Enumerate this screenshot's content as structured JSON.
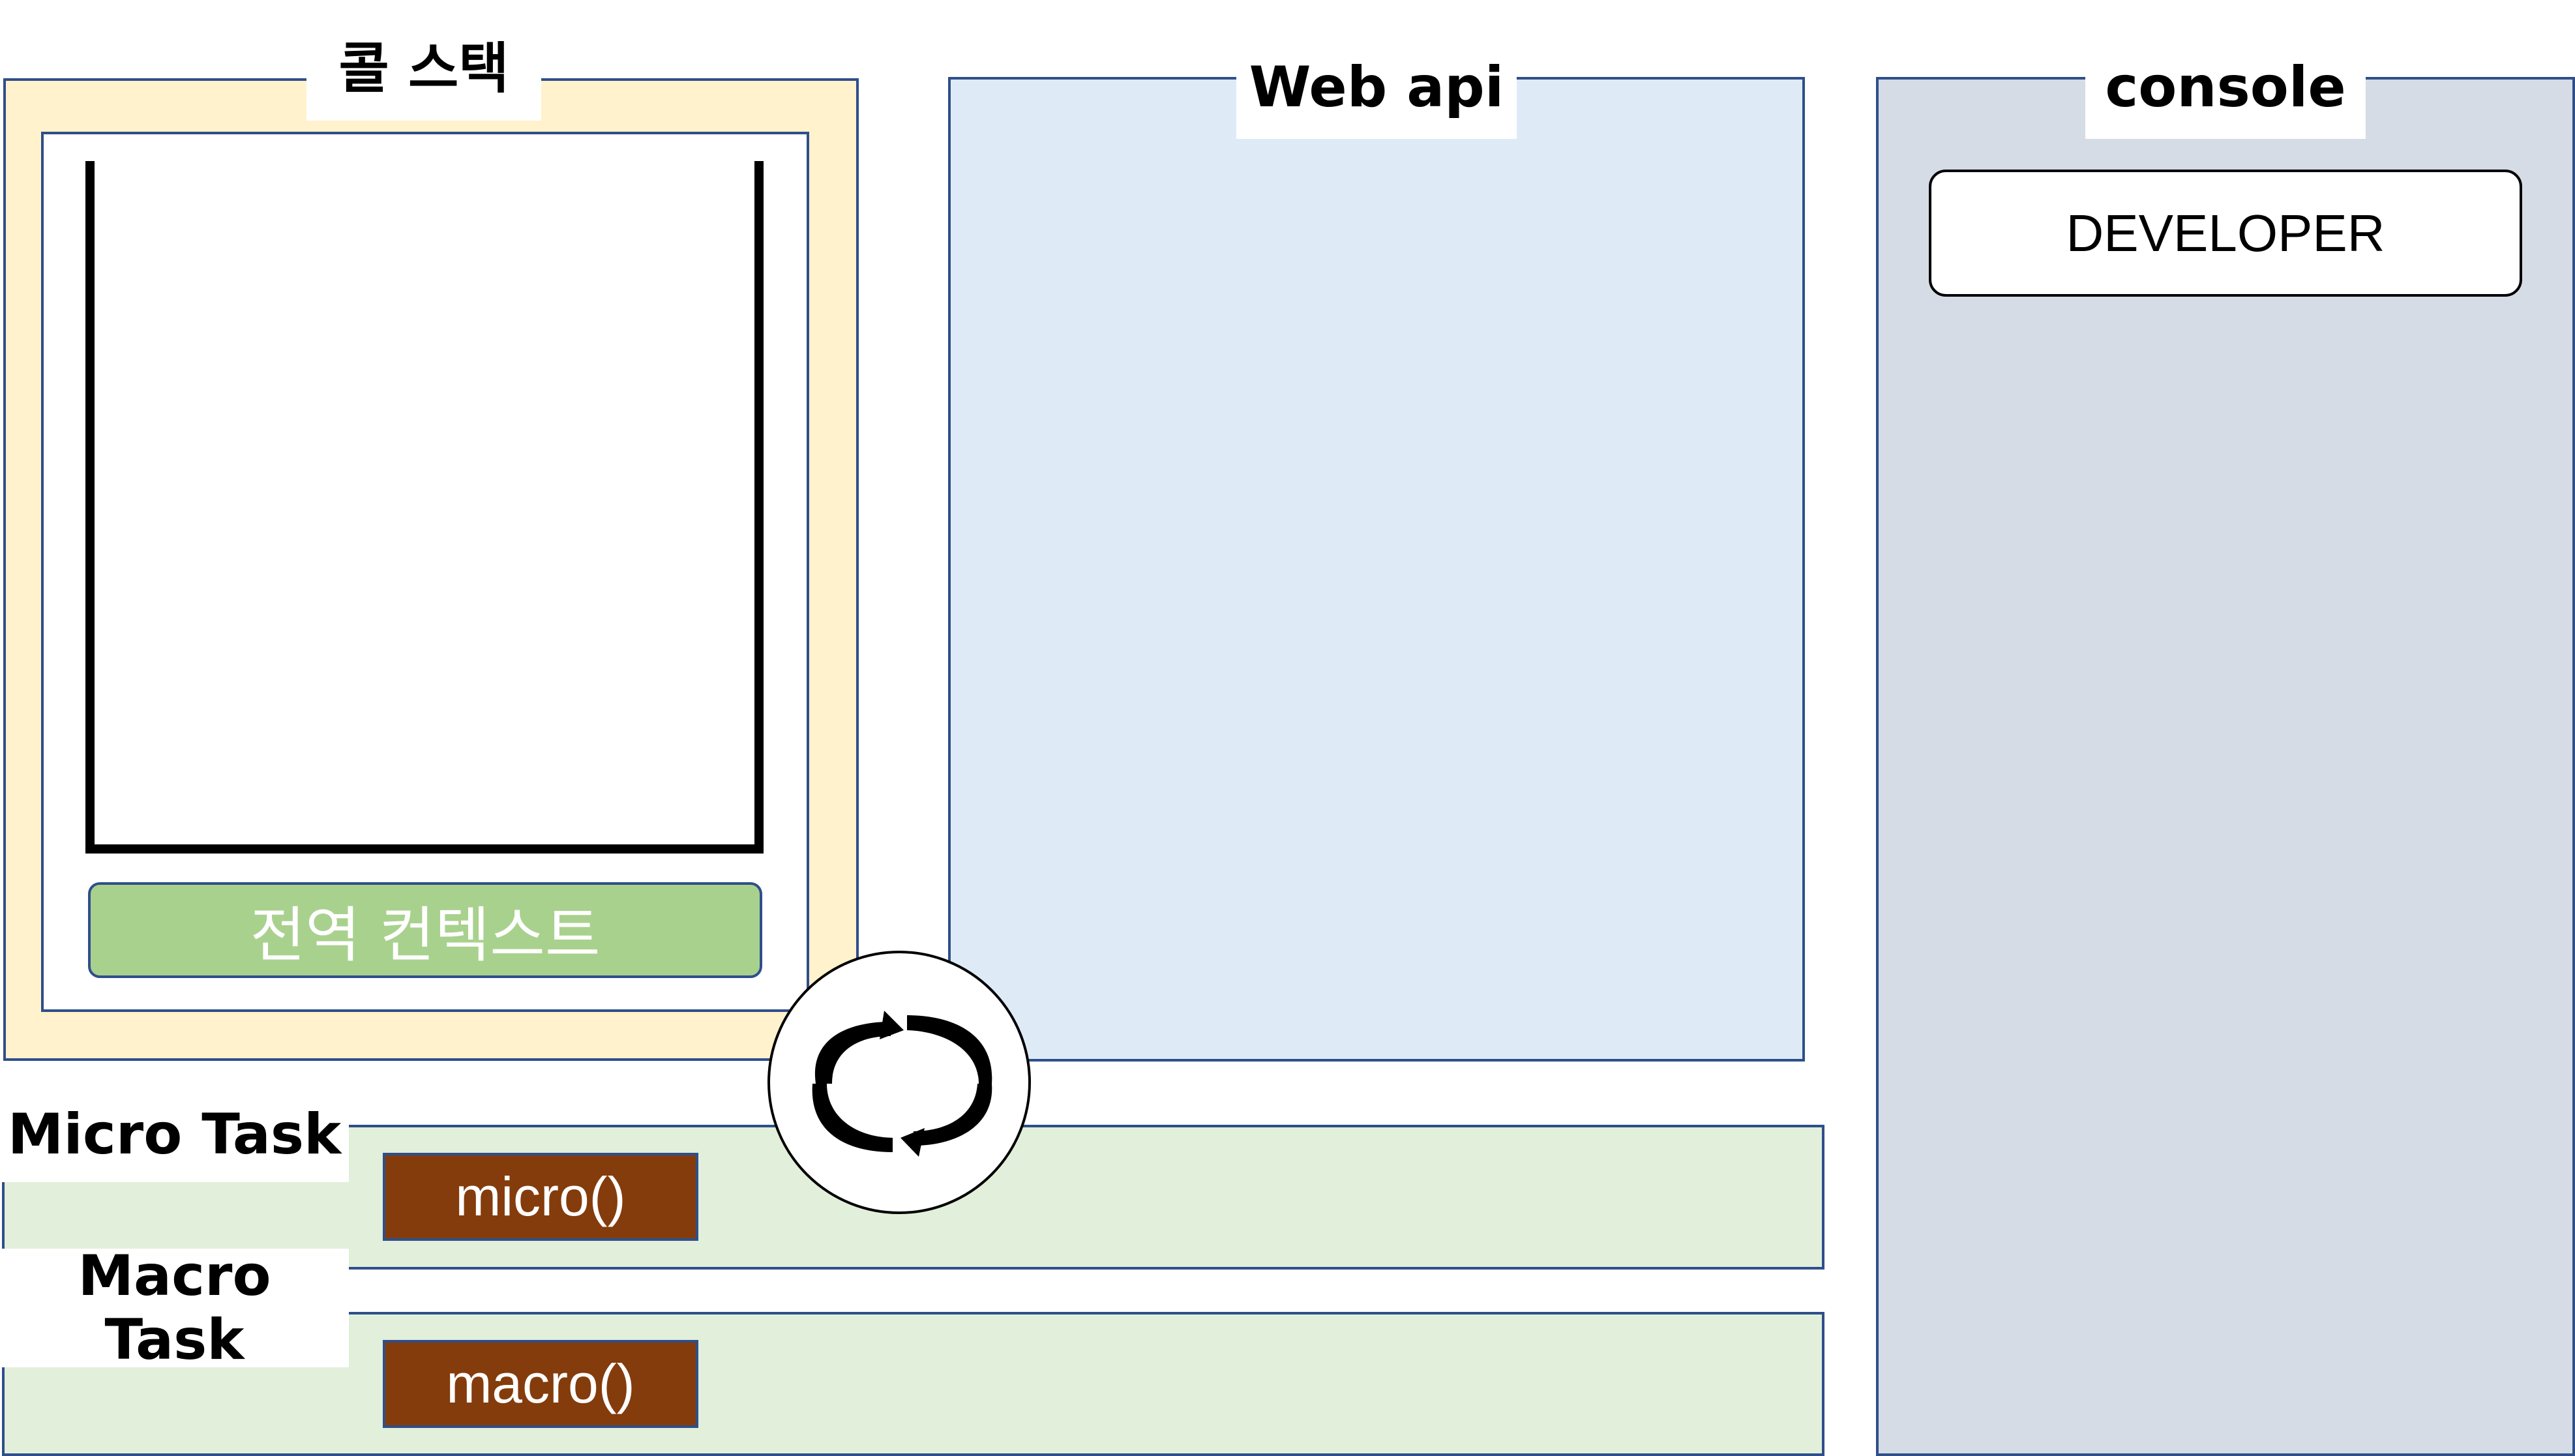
{
  "call_stack": {
    "title": "콜 스택",
    "global_context_label": "전역 컨텍스트"
  },
  "web_api": {
    "title": "Web api"
  },
  "console": {
    "title": "console",
    "entries": [
      "DEVELOPER"
    ]
  },
  "micro_task": {
    "title": "Micro Task",
    "items": [
      "micro()"
    ]
  },
  "macro_task": {
    "title": "Macro\nTask",
    "items": [
      "macro()"
    ]
  },
  "event_loop": {
    "icon": "refresh-cycle-icon"
  },
  "colors": {
    "call_stack_bg": "#fff2cc",
    "web_api_bg": "#deebf7",
    "console_bg": "#d6dce5",
    "task_queue_bg": "#e2efda",
    "global_context_bg": "#a9d18e",
    "task_chip_bg": "#843c0c",
    "border": "#2f4f8a"
  }
}
